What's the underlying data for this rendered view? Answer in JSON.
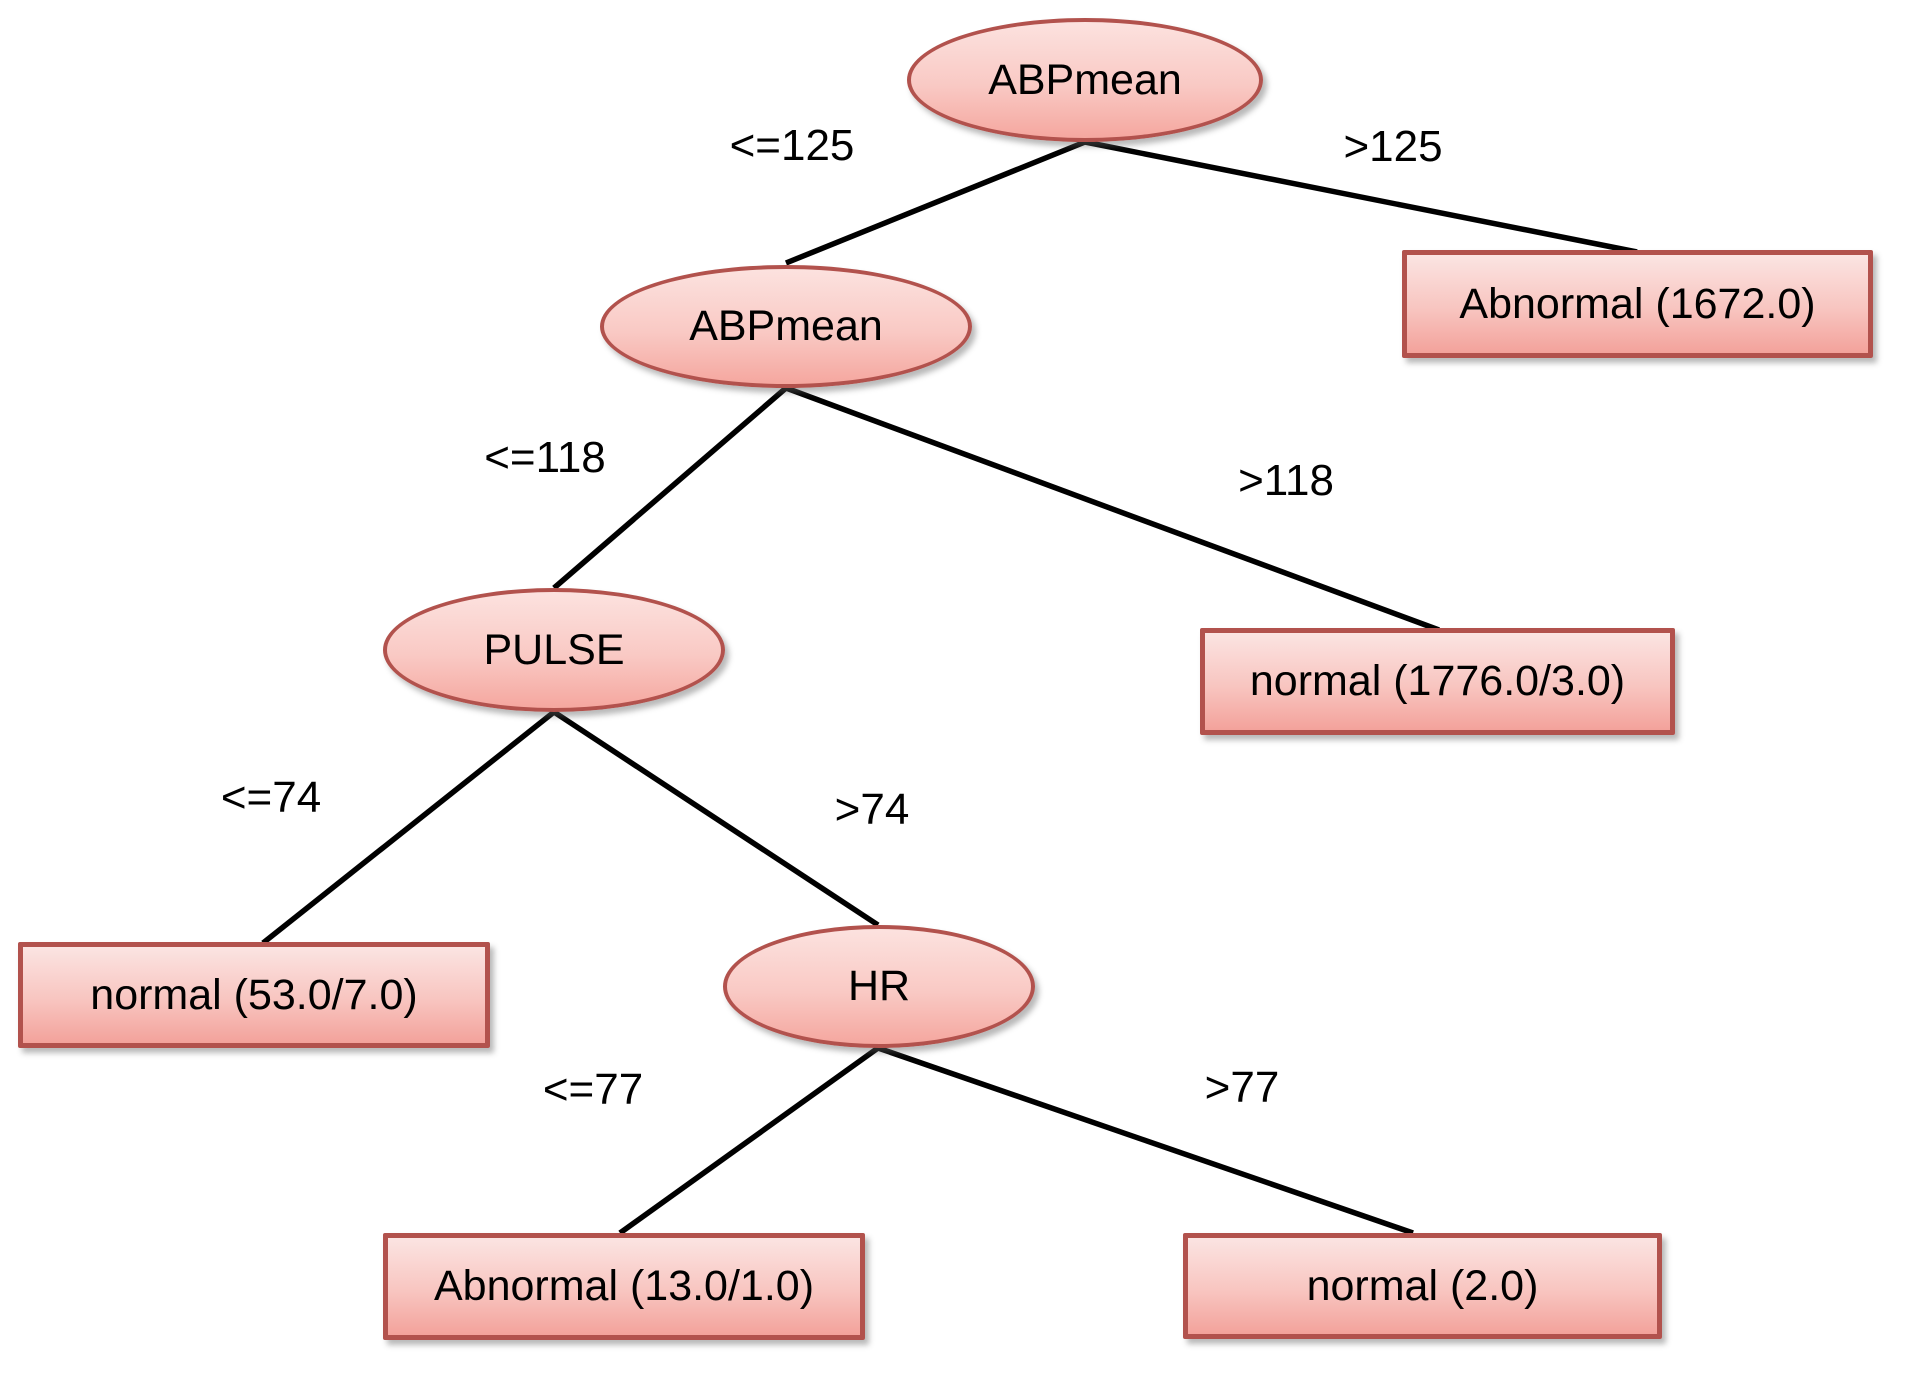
{
  "diagram": {
    "type": "decision-tree",
    "background_color": "#ffffff",
    "colors": {
      "node_border": "#b2524d",
      "node_fill_top": "#fce2df",
      "node_fill_bottom": "#f5a79f",
      "edge_line": "#000000",
      "text": "#000000"
    },
    "nodes": {
      "root": {
        "label": "ABPmean",
        "shape": "ellipse"
      },
      "abpmean2": {
        "label": "ABPmean",
        "shape": "ellipse"
      },
      "pulse": {
        "label": "PULSE",
        "shape": "ellipse"
      },
      "hr": {
        "label": "HR",
        "shape": "ellipse"
      },
      "leaf_abnormal_1672": {
        "label": "Abnormal (1672.0)",
        "shape": "rect"
      },
      "leaf_normal_1776": {
        "label": "normal (1776.0/3.0)",
        "shape": "rect"
      },
      "leaf_normal_53": {
        "label": "normal (53.0/7.0)",
        "shape": "rect"
      },
      "leaf_abnormal_13": {
        "label": "Abnormal (13.0/1.0)",
        "shape": "rect"
      },
      "leaf_normal_2": {
        "label": "normal (2.0)",
        "shape": "rect"
      }
    },
    "edges": [
      {
        "from": "root",
        "to": "abpmean2",
        "label": "<=125"
      },
      {
        "from": "root",
        "to": "leaf_abnormal_1672",
        "label": ">125"
      },
      {
        "from": "abpmean2",
        "to": "pulse",
        "label": "<=118"
      },
      {
        "from": "abpmean2",
        "to": "leaf_normal_1776",
        "label": ">118"
      },
      {
        "from": "pulse",
        "to": "leaf_normal_53",
        "label": "<=74"
      },
      {
        "from": "pulse",
        "to": "hr",
        "label": ">74"
      },
      {
        "from": "hr",
        "to": "leaf_abnormal_13",
        "label": "<=77"
      },
      {
        "from": "hr",
        "to": "leaf_normal_2",
        "label": ">77"
      }
    ]
  }
}
